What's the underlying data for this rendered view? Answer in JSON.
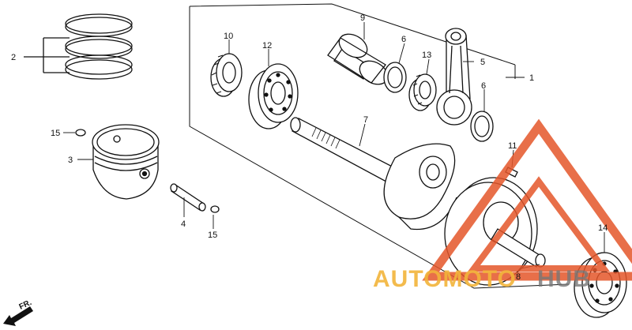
{
  "diagram": {
    "callouts": {
      "c1": "1",
      "c2": "2",
      "c3": "3",
      "c4": "4",
      "c5": "5",
      "c6a": "6",
      "c6b": "6",
      "c7": "7",
      "c8": "8",
      "c9": "9",
      "c10": "10",
      "c11": "11",
      "c12": "12",
      "c13": "13",
      "c14": "14",
      "c15a": "15",
      "c15b": "15"
    },
    "direction_label": "FR.",
    "watermark": {
      "text_left": "AUTOMOTO",
      "text_right": "HUB",
      "color": "#e5562a",
      "text_color": "#f2b43a"
    }
  }
}
